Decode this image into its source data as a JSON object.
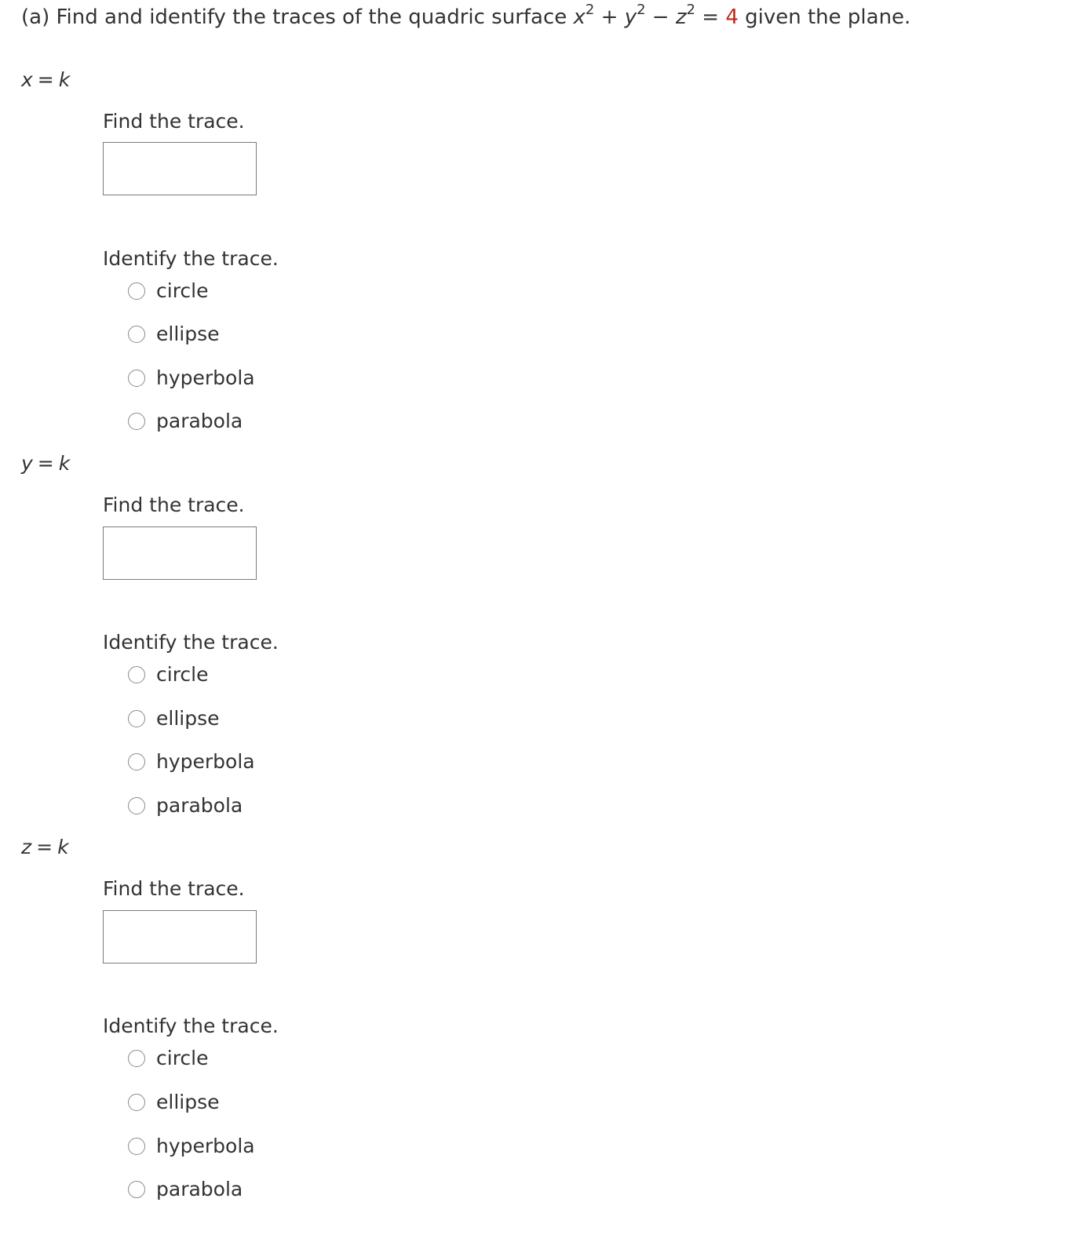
{
  "question": {
    "prefix": "(a) Find and identify the traces of the quadric surface ",
    "var_x": "x",
    "var_y": "y",
    "var_z": "z",
    "exp": "2",
    "plus": " + ",
    "minus": " − ",
    "equals": " = ",
    "rhs": "4",
    "suffix": " given the plane."
  },
  "sections": [
    {
      "var": "x",
      "eq": "=",
      "const": "k",
      "find_label": "Find the trace.",
      "answer_value": "",
      "identify_label": "Identify the trace.",
      "options": [
        "circle",
        "ellipse",
        "hyperbola",
        "parabola"
      ]
    },
    {
      "var": "y",
      "eq": "=",
      "const": "k",
      "find_label": "Find the trace.",
      "answer_value": "",
      "identify_label": "Identify the trace.",
      "options": [
        "circle",
        "ellipse",
        "hyperbola",
        "parabola"
      ]
    },
    {
      "var": "z",
      "eq": "=",
      "const": "k",
      "find_label": "Find the trace.",
      "answer_value": "",
      "identify_label": "Identify the trace.",
      "options": [
        "circle",
        "ellipse",
        "hyperbola",
        "parabola"
      ]
    }
  ],
  "colors": {
    "text": "#333333",
    "highlight": "#c0271e",
    "input_border": "#7a7a7a",
    "radio_border": "#8a8a8a"
  }
}
